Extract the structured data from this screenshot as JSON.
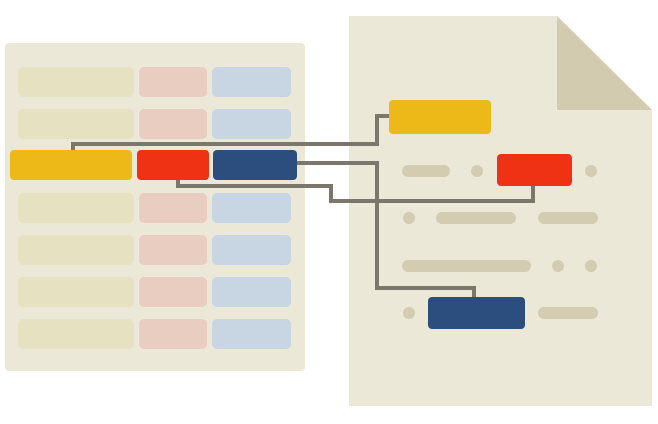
{
  "colors": {
    "background": "#ffffff",
    "panel": "#ece8d8",
    "doc_fold": "#d2cbb0",
    "connector": "#7b776d",
    "placeholder_line": "#d3ccb1",
    "yellow": "#ecb919",
    "red": "#ef3213",
    "blue": "#2b4e7e",
    "pale_yellow": "#e6e1c0",
    "pale_red": "#e8cdc0",
    "pale_blue": "#c7d6e2"
  },
  "diagram": {
    "description_visible_text": "",
    "spreadsheet": {
      "columns": [
        "pale_yellow",
        "pale_red",
        "pale_blue"
      ],
      "row_count": 7,
      "highlighted_row_index": 2,
      "highlighted_colors": [
        "yellow",
        "red",
        "blue"
      ]
    },
    "document": {
      "highlighted_fields": [
        "yellow",
        "red",
        "blue"
      ]
    }
  }
}
